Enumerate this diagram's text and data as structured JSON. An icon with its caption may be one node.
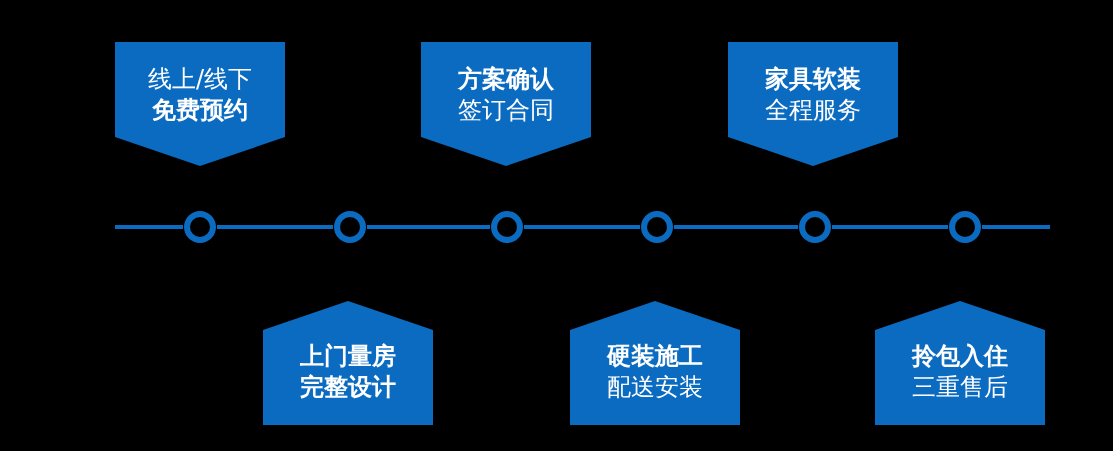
{
  "diagram": {
    "nodes": [
      {
        "text": [
          "线上/线下",
          "免费预约"
        ]
      },
      {
        "text": [
          "上门量房",
          "完整设计"
        ]
      },
      {
        "text": [
          "方案确认",
          "签订合同"
        ]
      },
      {
        "text": [
          "硬装施工",
          "配送安装"
        ]
      },
      {
        "text": [
          "家具软装",
          "全程服务"
        ]
      },
      {
        "text": [
          "拎包入住",
          "三重售后"
        ]
      },
      {
        "text": [],
        "shape": "circle"
      },
      {
        "text": [],
        "shape": "circle"
      },
      {
        "text": [],
        "shape": "circle"
      },
      {
        "text": [],
        "shape": "circle"
      },
      {
        "text": [],
        "shape": "circle"
      },
      {
        "text": [],
        "shape": "circle"
      }
    ],
    "edges": [
      {
        "from": null,
        "to": 6,
        "arrow": "none"
      },
      {
        "from": 6,
        "to": 7,
        "arrow": "none"
      },
      {
        "from": 7,
        "to": 8,
        "arrow": "none"
      },
      {
        "from": 8,
        "to": 9,
        "arrow": "none"
      },
      {
        "from": 9,
        "to": 10,
        "arrow": "none"
      },
      {
        "from": 10,
        "to": 11,
        "arrow": "none"
      },
      {
        "from": 11,
        "to": null,
        "arrow": "none"
      }
    ]
  }
}
